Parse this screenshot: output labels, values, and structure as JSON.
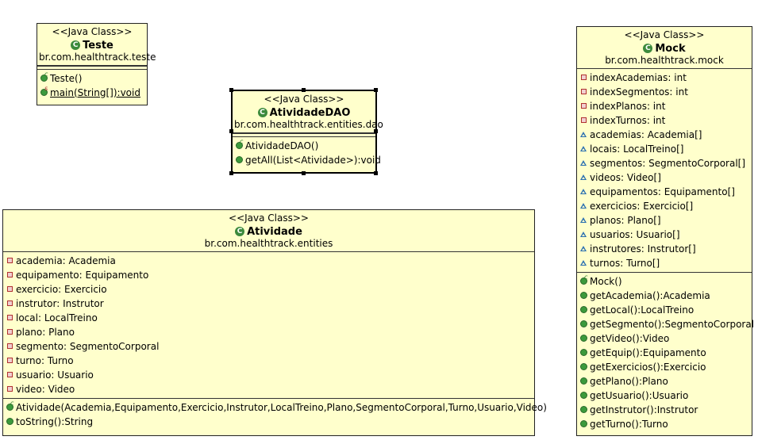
{
  "classes": {
    "teste": {
      "stereotype": "<<Java Class>>",
      "name": "Teste",
      "package": "br.com.healthtrack.teste",
      "attributes": [],
      "operations": [
        {
          "text": "Teste()",
          "visibility": "public",
          "constructor": true,
          "static": false
        },
        {
          "text": "main(String[]):void",
          "visibility": "public",
          "constructor": false,
          "static": true
        }
      ]
    },
    "atividade_dao": {
      "stereotype": "<<Java Class>>",
      "name": "AtividadeDAO",
      "package": "br.com.healthtrack.entities.dao",
      "attributes": [],
      "operations": [
        {
          "text": "AtividadeDAO()",
          "visibility": "public",
          "constructor": true,
          "static": false
        },
        {
          "text": "getAll(List<Atividade>):void",
          "visibility": "public",
          "constructor": false,
          "static": false
        }
      ]
    },
    "atividade": {
      "stereotype": "<<Java Class>>",
      "name": "Atividade",
      "package": "br.com.healthtrack.entities",
      "attributes": [
        {
          "text": "academia: Academia",
          "visibility": "private"
        },
        {
          "text": "equipamento: Equipamento",
          "visibility": "private"
        },
        {
          "text": "exercicio: Exercicio",
          "visibility": "private"
        },
        {
          "text": "instrutor: Instrutor",
          "visibility": "private"
        },
        {
          "text": "local: LocalTreino",
          "visibility": "private"
        },
        {
          "text": "plano: Plano",
          "visibility": "private"
        },
        {
          "text": "segmento: SegmentoCorporal",
          "visibility": "private"
        },
        {
          "text": "turno: Turno",
          "visibility": "private"
        },
        {
          "text": "usuario: Usuario",
          "visibility": "private"
        },
        {
          "text": "video: Video",
          "visibility": "private"
        }
      ],
      "operations": [
        {
          "text": "Atividade(Academia,Equipamento,Exercicio,Instrutor,LocalTreino,Plano,SegmentoCorporal,Turno,Usuario,Video)",
          "visibility": "public",
          "constructor": true,
          "static": false
        },
        {
          "text": "toString():String",
          "visibility": "public",
          "constructor": false,
          "static": false
        }
      ]
    },
    "mock": {
      "stereotype": "<<Java Class>>",
      "name": "Mock",
      "package": "br.com.healthtrack.mock",
      "attributes": [
        {
          "text": "indexAcademias: int",
          "visibility": "private"
        },
        {
          "text": "indexSegmentos: int",
          "visibility": "private"
        },
        {
          "text": "indexPlanos: int",
          "visibility": "private"
        },
        {
          "text": "indexTurnos: int",
          "visibility": "private"
        },
        {
          "text": "academias: Academia[]",
          "visibility": "protected"
        },
        {
          "text": "locais: LocalTreino[]",
          "visibility": "protected"
        },
        {
          "text": "segmentos: SegmentoCorporal[]",
          "visibility": "protected"
        },
        {
          "text": "videos: Video[]",
          "visibility": "protected"
        },
        {
          "text": "equipamentos: Equipamento[]",
          "visibility": "protected"
        },
        {
          "text": "exercicios: Exercicio[]",
          "visibility": "protected"
        },
        {
          "text": "planos: Plano[]",
          "visibility": "protected"
        },
        {
          "text": "usuarios: Usuario[]",
          "visibility": "protected"
        },
        {
          "text": "instrutores: Instrutor[]",
          "visibility": "protected"
        },
        {
          "text": "turnos: Turno[]",
          "visibility": "protected"
        }
      ],
      "operations": [
        {
          "text": "Mock()",
          "visibility": "public",
          "constructor": true,
          "static": false
        },
        {
          "text": "getAcademia():Academia",
          "visibility": "public",
          "constructor": false,
          "static": false
        },
        {
          "text": "getLocal():LocalTreino",
          "visibility": "public",
          "constructor": false,
          "static": false
        },
        {
          "text": "getSegmento():SegmentoCorporal",
          "visibility": "public",
          "constructor": false,
          "static": false
        },
        {
          "text": "getVideo():Video",
          "visibility": "public",
          "constructor": false,
          "static": false
        },
        {
          "text": "getEquip():Equipamento",
          "visibility": "public",
          "constructor": false,
          "static": false
        },
        {
          "text": "getExercicios():Exercicio",
          "visibility": "public",
          "constructor": false,
          "static": false
        },
        {
          "text": "getPlano():Plano",
          "visibility": "public",
          "constructor": false,
          "static": false
        },
        {
          "text": "getUsuario():Usuario",
          "visibility": "public",
          "constructor": false,
          "static": false
        },
        {
          "text": "getInstrutor():Instrutor",
          "visibility": "public",
          "constructor": false,
          "static": false
        },
        {
          "text": "getTurno():Turno",
          "visibility": "public",
          "constructor": false,
          "static": false
        }
      ]
    }
  },
  "colors": {
    "class_fill": "#ffffcc",
    "class_icon": "#3c8a3c",
    "private_icon": "#b03030",
    "protected_icon": "#2a6fb0",
    "public_icon": "#3c9a3c"
  },
  "icons": {
    "class": "class-c-icon",
    "private": "private-field-icon",
    "protected": "protected-field-icon",
    "public": "public-method-icon"
  }
}
